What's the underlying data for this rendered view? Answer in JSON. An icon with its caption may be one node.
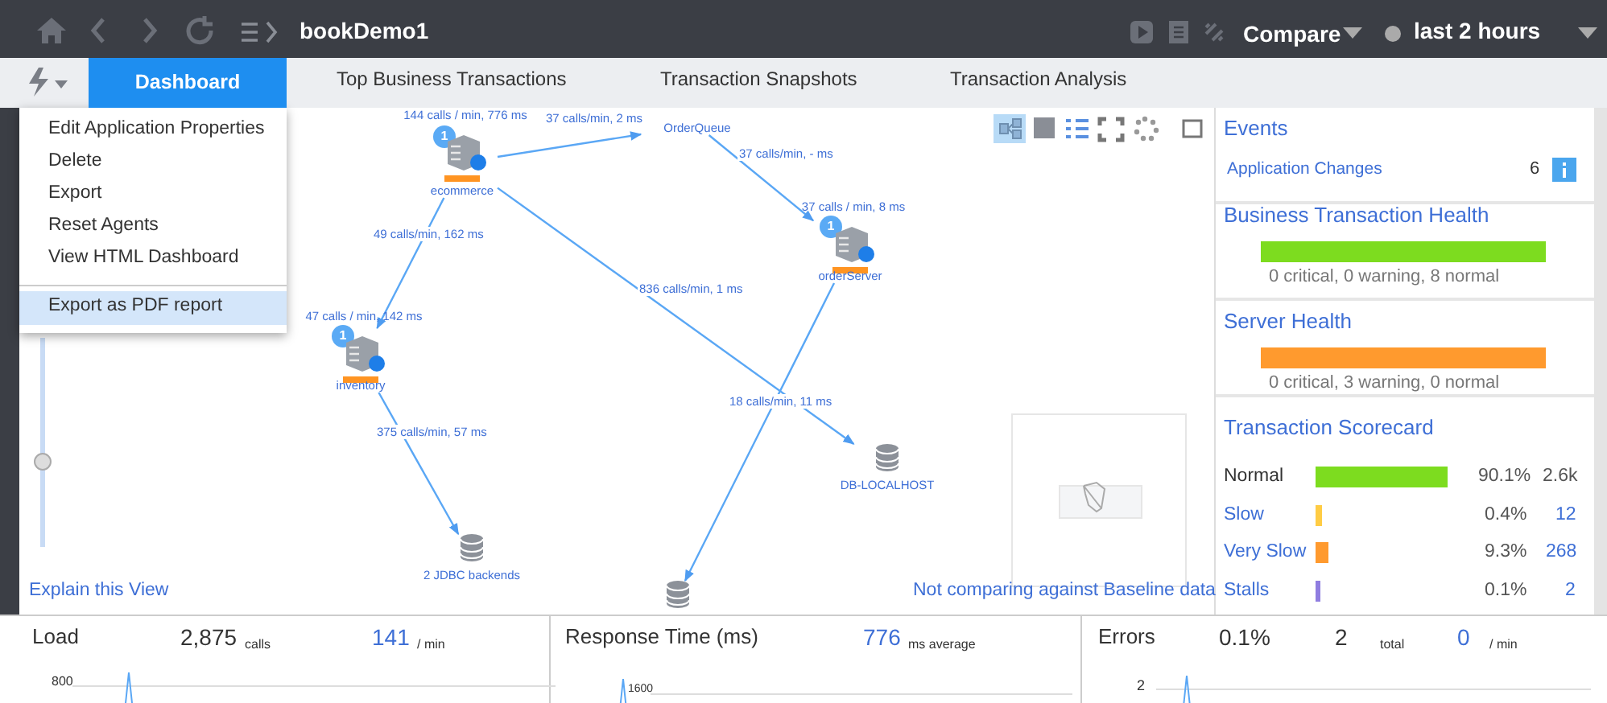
{
  "diagram": {
    "nodes": [
      {
        "text": [
          "ecommerce"
        ],
        "beside": [
          "144 calls / min, 776 ms"
        ]
      },
      {
        "text": [
          "OrderQueue"
        ]
      },
      {
        "text": [
          "orderServer"
        ],
        "beside": [
          "37 calls / min, 8 ms"
        ]
      },
      {
        "text": [
          "inventory"
        ],
        "beside": [
          "47 calls / min, 142 ms"
        ]
      },
      {
        "text": [
          "DB-LOCALHOST"
        ]
      },
      {
        "text": [
          "2 JDBC backends"
        ]
      },
      {
        "text": [],
        "shape": "cylinder"
      }
    ],
    "edges": [
      {
        "from": 0,
        "to": 1,
        "arrow": "to",
        "label": "37 calls/min, 2 ms"
      },
      {
        "from": 1,
        "to": 2,
        "arrow": "to",
        "label": "37 calls/min,  - ms"
      },
      {
        "from": 0,
        "to": 3,
        "arrow": "to",
        "label": "49 calls/min, 162 ms"
      },
      {
        "from": 0,
        "to": 4,
        "arrow": "to",
        "label": "836 calls/min, 1 ms"
      },
      {
        "from": 2,
        "to": 6,
        "arrow": "to",
        "label": "18 calls/min, 11 ms"
      },
      {
        "from": 3,
        "to": 5,
        "arrow": "to",
        "label": "375 calls/min, 57 ms"
      }
    ],
    "labels": [
      "bookDemo1",
      "Compare",
      "last 2 hours",
      "Dashboard",
      "Top Business Transactions",
      "Transaction Snapshots",
      "Transaction Analysis",
      "Edit Application Properties",
      "Delete",
      "Export",
      "Reset Agents",
      "View HTML Dashboard",
      "Export as PDF report",
      "1",
      "1",
      "1",
      "Events",
      "Application Changes",
      "6",
      "Business Transaction Health",
      "0 critical, 0 warning, 8 normal",
      "Server Health",
      "0 critical, 3 warning, 0 normal",
      "Transaction Scorecard",
      "Normal",
      "90.1%",
      "2.6k",
      "Slow",
      "0.4%",
      "12",
      "Very Slow",
      "9.3%",
      "268",
      "Stalls",
      "0.1%",
      "2",
      "Explain this View",
      "Not comparing against Baseline data",
      "Load",
      "2,875",
      "calls",
      "141",
      "/ min",
      "Response Time (ms)",
      "776",
      "ms average",
      "Errors",
      "0.1%",
      "2",
      "total",
      "0",
      "/ min",
      "800",
      "1600",
      "2"
    ]
  }
}
